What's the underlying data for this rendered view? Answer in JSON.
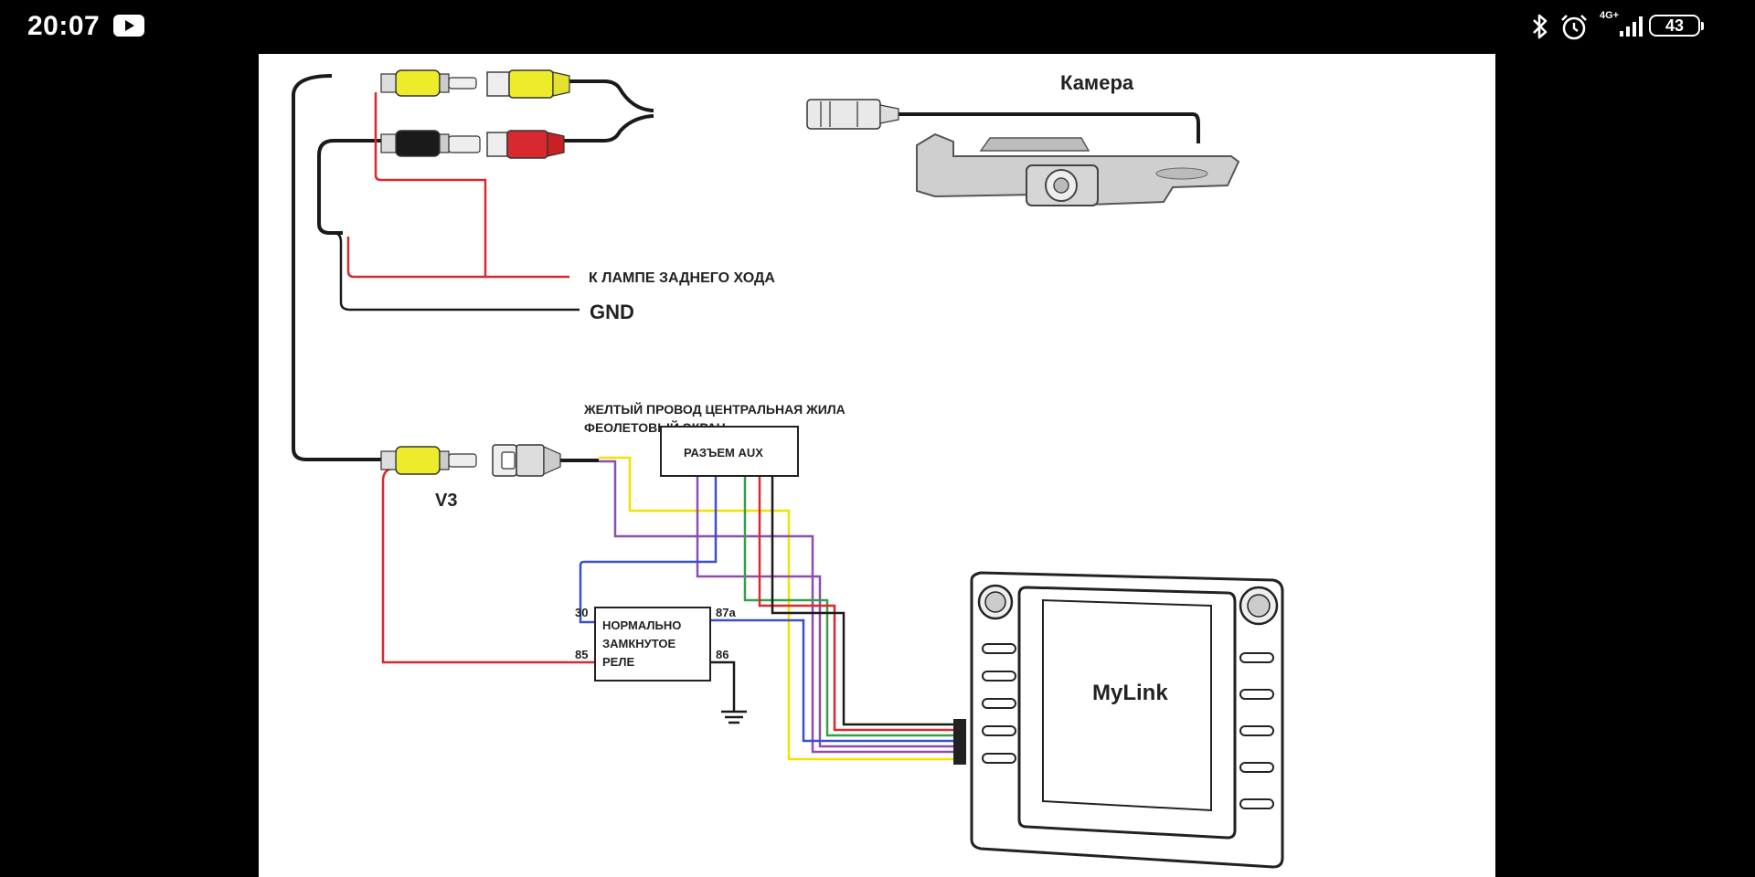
{
  "status_bar": {
    "time": "20:07",
    "network": "4G+",
    "battery": "43",
    "icons": [
      "youtube-icon",
      "bluetooth-icon",
      "alarm-icon",
      "signal-icon",
      "battery-icon"
    ]
  },
  "diagram": {
    "camera_label": "Камера",
    "reverse_lamp_label": "К ЛАМПЕ ЗАДНЕГО ХОДА",
    "gnd_label": "GND",
    "wire_note_line1": "ЖЕЛТЫЙ ПРОВОД ЦЕНТРАЛЬНАЯ ЖИЛА",
    "wire_note_line2": "ФЕОЛЕТОВЫЙ ЭКРАН",
    "aux_connector_label": "РАЗЪЕМ AUX",
    "v3_label": "V3",
    "relay_label_line1": "НОРМАЛЬНО",
    "relay_label_line2": "ЗАМКНУТОЕ",
    "relay_label_line3": "РЕЛЕ",
    "pin_30": "30",
    "pin_87a": "87a",
    "pin_85": "85",
    "pin_86": "86",
    "head_unit_label": "MyLink",
    "colors": {
      "yellow": "#f2e200",
      "red": "#d8292f",
      "black": "#1a1a1a",
      "blue": "#3a4fd0",
      "green": "#33a14a",
      "purple": "#8a4fb0"
    }
  }
}
